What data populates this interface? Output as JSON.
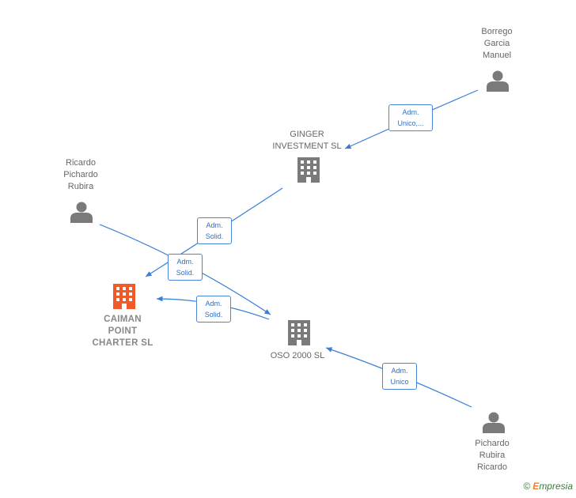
{
  "nodes": {
    "borrego": {
      "lines": [
        "Borrego",
        "Garcia",
        "Manuel"
      ],
      "type": "person"
    },
    "ginger": {
      "lines": [
        "GINGER",
        "INVESTMENT SL"
      ],
      "type": "company"
    },
    "ricardo": {
      "lines": [
        "Ricardo",
        "Pichardo",
        "Rubira"
      ],
      "type": "person"
    },
    "caiman": {
      "lines": [
        "CAIMAN",
        "POINT",
        "CHARTER  SL"
      ],
      "type": "company-focus"
    },
    "oso": {
      "lines": [
        "OSO 2000 SL"
      ],
      "type": "company"
    },
    "pichardo": {
      "lines": [
        "Pichardo",
        "Rubira",
        "Ricardo"
      ],
      "type": "person"
    }
  },
  "edges": {
    "borrego_ginger": {
      "lines": [
        "Adm.",
        "Unico,..."
      ]
    },
    "ginger_caiman": {
      "lines": [
        "Adm.",
        "Solid."
      ]
    },
    "ricardo_oso": {
      "lines": [
        "Adm.",
        "Solid."
      ]
    },
    "oso_caiman": {
      "lines": [
        "Adm.",
        "Solid."
      ]
    },
    "pichardo_oso": {
      "lines": [
        "Adm.",
        "Unico"
      ]
    }
  },
  "footer": {
    "copyright": "©",
    "brand_initial": "E",
    "brand_rest": "mpresia"
  },
  "colors": {
    "person": "#7a7a7a",
    "company": "#7a7a7a",
    "focus": "#f05a28",
    "edge": "#3a7fd5"
  }
}
